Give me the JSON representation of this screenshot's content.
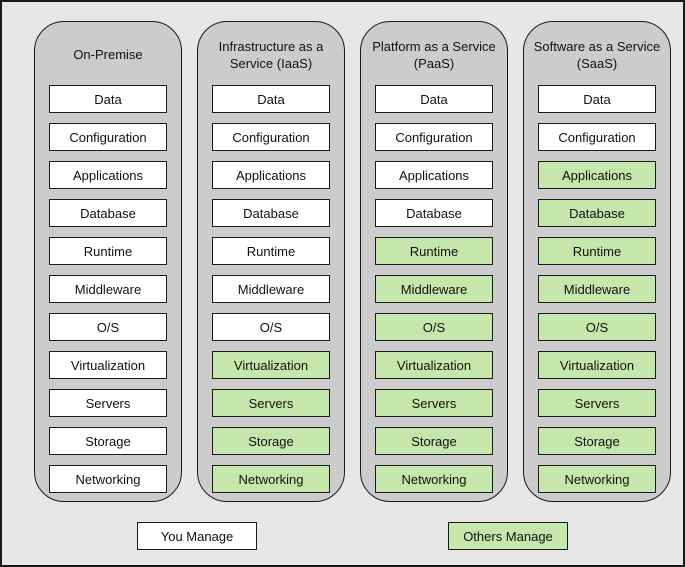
{
  "diagram": {
    "colors": {
      "page_fill": "#e7e7e7",
      "column_fill": "#cccccc",
      "you_manage_fill": "#ffffff",
      "others_manage_fill": "#c6e7ab",
      "line": "#1a1a1a"
    },
    "columns": [
      {
        "title": "On-Premise",
        "cells": [
          {
            "label": "Data",
            "managed": "you"
          },
          {
            "label": "Configuration",
            "managed": "you"
          },
          {
            "label": "Applications",
            "managed": "you"
          },
          {
            "label": "Database",
            "managed": "you"
          },
          {
            "label": "Runtime",
            "managed": "you"
          },
          {
            "label": "Middleware",
            "managed": "you"
          },
          {
            "label": "O/S",
            "managed": "you"
          },
          {
            "label": "Virtualization",
            "managed": "you"
          },
          {
            "label": "Servers",
            "managed": "you"
          },
          {
            "label": "Storage",
            "managed": "you"
          },
          {
            "label": "Networking",
            "managed": "you"
          }
        ]
      },
      {
        "title": "Infrastructure as a Service (IaaS)",
        "cells": [
          {
            "label": "Data",
            "managed": "you"
          },
          {
            "label": "Configuration",
            "managed": "you"
          },
          {
            "label": "Applications",
            "managed": "you"
          },
          {
            "label": "Database",
            "managed": "you"
          },
          {
            "label": "Runtime",
            "managed": "you"
          },
          {
            "label": "Middleware",
            "managed": "you"
          },
          {
            "label": "O/S",
            "managed": "you"
          },
          {
            "label": "Virtualization",
            "managed": "others"
          },
          {
            "label": "Servers",
            "managed": "others"
          },
          {
            "label": "Storage",
            "managed": "others"
          },
          {
            "label": "Networking",
            "managed": "others"
          }
        ]
      },
      {
        "title": "Platform as a Service (PaaS)",
        "cells": [
          {
            "label": "Data",
            "managed": "you"
          },
          {
            "label": "Configuration",
            "managed": "you"
          },
          {
            "label": "Applications",
            "managed": "you"
          },
          {
            "label": "Database",
            "managed": "you"
          },
          {
            "label": "Runtime",
            "managed": "others"
          },
          {
            "label": "Middleware",
            "managed": "others"
          },
          {
            "label": "O/S",
            "managed": "others"
          },
          {
            "label": "Virtualization",
            "managed": "others"
          },
          {
            "label": "Servers",
            "managed": "others"
          },
          {
            "label": "Storage",
            "managed": "others"
          },
          {
            "label": "Networking",
            "managed": "others"
          }
        ]
      },
      {
        "title": "Software as a Service (SaaS)",
        "cells": [
          {
            "label": "Data",
            "managed": "you"
          },
          {
            "label": "Configuration",
            "managed": "you"
          },
          {
            "label": "Applications",
            "managed": "others"
          },
          {
            "label": "Database",
            "managed": "others"
          },
          {
            "label": "Runtime",
            "managed": "others"
          },
          {
            "label": "Middleware",
            "managed": "others"
          },
          {
            "label": "O/S",
            "managed": "others"
          },
          {
            "label": "Virtualization",
            "managed": "others"
          },
          {
            "label": "Servers",
            "managed": "others"
          },
          {
            "label": "Storage",
            "managed": "others"
          },
          {
            "label": "Networking",
            "managed": "others"
          }
        ]
      }
    ],
    "legend": [
      {
        "label": "You Manage",
        "type": "you"
      },
      {
        "label": "Others Manage",
        "type": "others"
      }
    ]
  }
}
